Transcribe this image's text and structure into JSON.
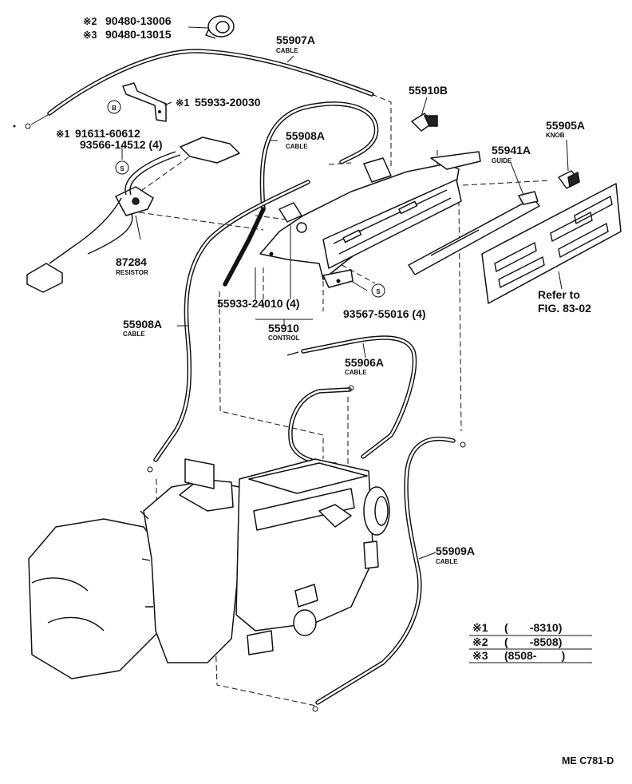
{
  "parts": {
    "p1": {
      "mark": "※2",
      "number": "90480-13006"
    },
    "p2": {
      "mark": "※3",
      "number": "90480-13015"
    },
    "p3": {
      "number": "55907A",
      "desc": "CABLE"
    },
    "p4": {
      "mark": "※1",
      "number": "55933-20030"
    },
    "p5": {
      "number": "55910B"
    },
    "p6": {
      "mark": "※1",
      "number": "91611-60612"
    },
    "p7": {
      "number": "93566-14512 (4)"
    },
    "p8": {
      "number": "55908A",
      "desc": "CABLE"
    },
    "p9": {
      "number": "55905A",
      "desc": "KNOB"
    },
    "p10": {
      "number": "55941A",
      "desc": "GUIDE"
    },
    "p11": {
      "number": "87284",
      "desc": "RESISTOR"
    },
    "p12": {
      "number": "55933-24010 (4)"
    },
    "p13": {
      "number": "93567-55016 (4)"
    },
    "p14": {
      "number": "55910",
      "desc": "CONTROL"
    },
    "p15": {
      "number": "55908A",
      "desc": "CABLE"
    },
    "p16": {
      "number": "55906A",
      "desc": "CABLE"
    },
    "p17": {
      "number": "55909A",
      "desc": "CABLE"
    },
    "refer": {
      "line1": "Refer to",
      "line2": "FIG. 83-02"
    }
  },
  "symbols": {
    "b": "B",
    "s": "S"
  },
  "legend": [
    {
      "mark": "※1",
      "range": "(       -8310)"
    },
    {
      "mark": "※2",
      "range": "(       -8508)"
    },
    {
      "mark": "※3",
      "range": "(8508-        )"
    }
  ],
  "figure_code": "ME C781-D"
}
